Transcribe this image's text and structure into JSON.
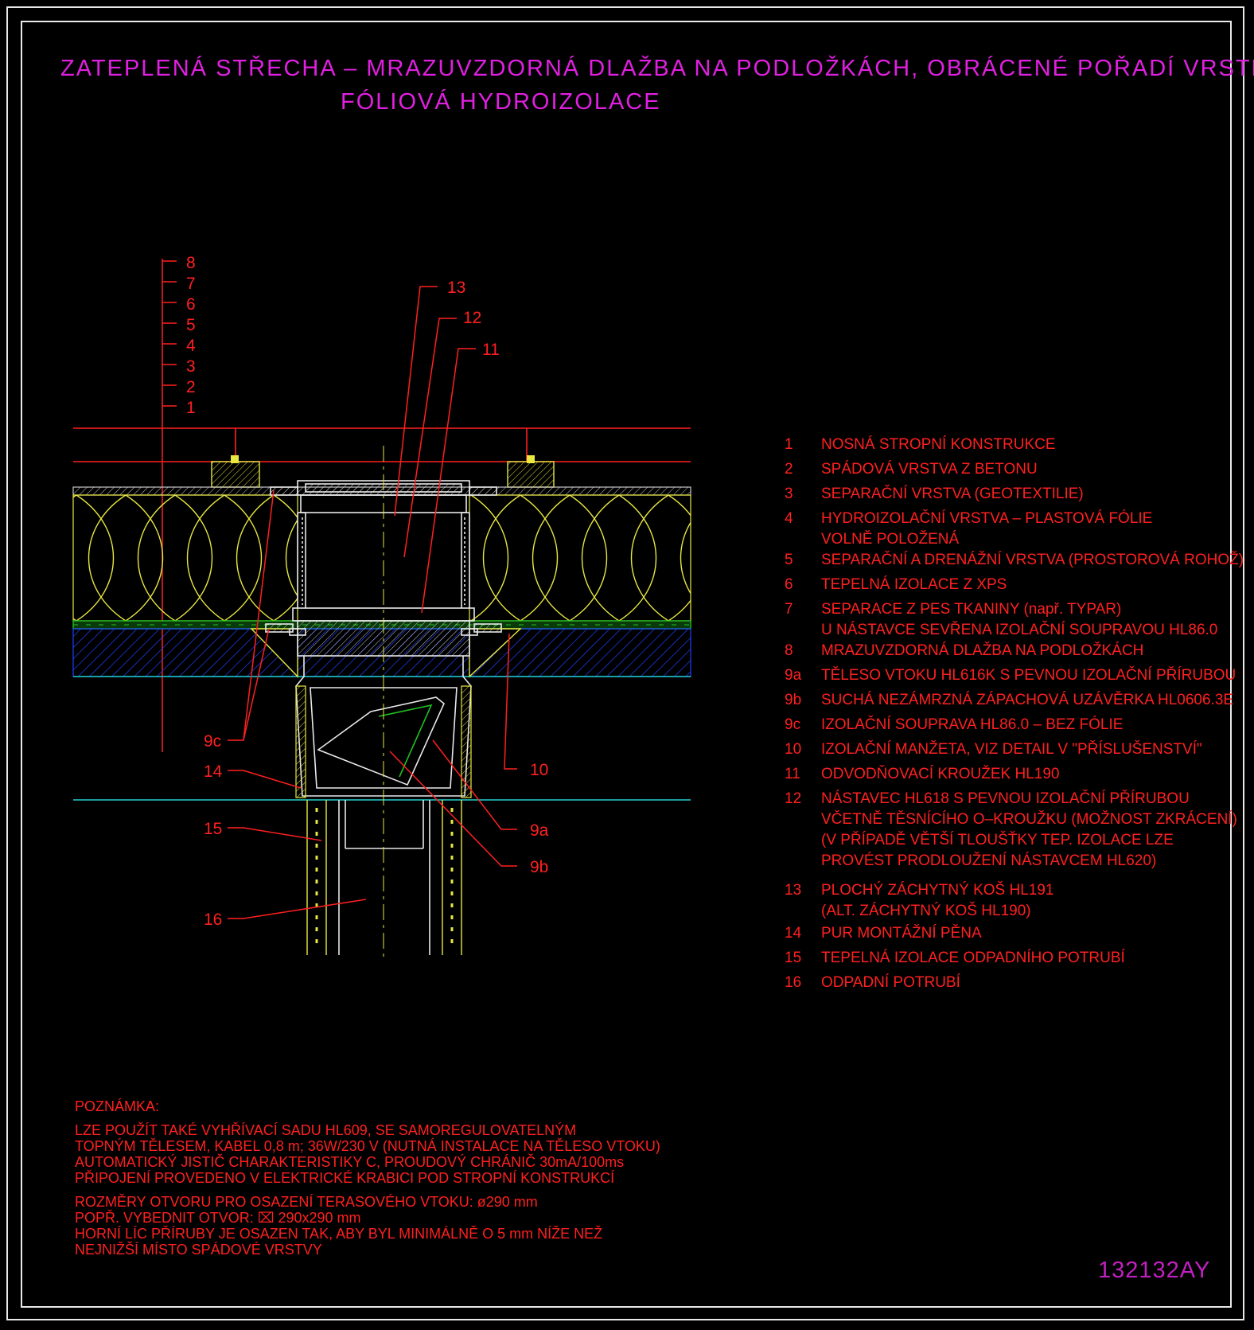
{
  "title": {
    "line1": "ZATEPLENÁ STŘECHA – MRAZUVZDORNÁ DLAŽBA NA PODLOŽKÁCH, OBRÁCENÉ POŘADÍ VRSTEV",
    "line2": "FÓLIOVÁ HYDROIZOLACE"
  },
  "drawing_code": "132132AY",
  "layer_scale": [
    "8",
    "7",
    "6",
    "5",
    "4",
    "3",
    "2",
    "1"
  ],
  "callouts": {
    "c13": "13",
    "c12": "12",
    "c11": "11",
    "c9c": "9c",
    "c14": "14",
    "c10": "10",
    "c15": "15",
    "c9a": "9a",
    "c9b": "9b",
    "c16": "16"
  },
  "legend": [
    {
      "num": "1",
      "text": "NOSNÁ STROPNÍ KONSTRUKCE"
    },
    {
      "num": "2",
      "text": "SPÁDOVÁ VRSTVA Z BETONU"
    },
    {
      "num": "3",
      "text": "SEPARAČNÍ VRSTVA (GEOTEXTILIE)"
    },
    {
      "num": "4",
      "text": "HYDROIZOLAČNÍ VRSTVA – PLASTOVÁ FÓLIE",
      "text2": "VOLNĚ POLOŽENÁ"
    },
    {
      "num": "5",
      "text": "SEPARAČNÍ A DRENÁŽNÍ VRSTVA (PROSTOROVÁ ROHOŽ)"
    },
    {
      "num": "6",
      "text": "TEPELNÁ IZOLACE Z XPS"
    },
    {
      "num": "7",
      "text": "SEPARACE Z PES TKANINY (např. TYPAR)",
      "text2": "U NÁSTAVCE SEVŘENA IZOLAČNÍ SOUPRAVOU HL86.0"
    },
    {
      "num": "8",
      "text": "MRAZUVZDORNÁ DLAŽBA NA PODLOŽKÁCH"
    },
    {
      "num": "9a",
      "text": "TĚLESO VTOKU HL616K S PEVNOU IZOLAČNÍ PŘÍRUBOU"
    },
    {
      "num": "9b",
      "text": "SUCHÁ NEZÁMRZNÁ ZÁPACHOVÁ UZÁVĚRKA HL0606.3E"
    },
    {
      "num": "9c",
      "text": "IZOLAČNÍ SOUPRAVA HL86.0 – BEZ FÓLIE"
    },
    {
      "num": "10",
      "text": "IZOLAČNÍ MANŽETA, VIZ DETAIL V \"PŘÍSLUŠENSTVÍ\""
    },
    {
      "num": "11",
      "text": "ODVODŇOVACÍ KROUŽEK HL190"
    },
    {
      "num": "12",
      "text": "NÁSTAVEC HL618 S PEVNOU IZOLAČNÍ PŘÍRUBOU",
      "text2": "VČETNĚ TĚSNÍCÍHO O–KROUŽKU (MOŽNOST ZKRÁCENÍ)",
      "text3": "(V PŘÍPADĚ VĚTŠÍ TLOUŠŤKY TEP. IZOLACE LZE",
      "text4": "PROVÉST PRODLOUŽENÍ NÁSTAVCEM HL620)"
    },
    {
      "num": "13",
      "text": "PLOCHÝ ZÁCHYTNÝ KOŠ HL191",
      "text2": "(ALT. ZÁCHYTNÝ KOŠ HL190)"
    },
    {
      "num": "14",
      "text": "PUR MONTÁŽNÍ PĚNA"
    },
    {
      "num": "15",
      "text": "TEPELNÁ IZOLACE ODPADNÍHO POTRUBÍ"
    },
    {
      "num": "16",
      "text": "ODPADNÍ POTRUBÍ"
    }
  ],
  "notes": {
    "heading": "POZNÁMKA:",
    "p1": [
      "LZE POUŽÍT TAKÉ VYHŘÍVACÍ SADU HL609, SE SAMOREGULOVATELNÝM",
      "TOPNÝM TĚLESEM, KABEL 0,8 m; 36W/230 V (NUTNÁ INSTALACE NA TĚLESO VTOKU)",
      "AUTOMATICKÝ JISTIČ CHARAKTERISTIKY C, PROUDOVÝ CHRÁNIČ 30mA/100ms",
      "PŘIPOJENÍ PROVEDENO V ELEKTRICKÉ KRABICI POD STROPNÍ KONSTRUKCÍ"
    ],
    "p2": [
      "ROZMĚRY OTVORU PRO OSAZENÍ TERASOVÉHO VTOKU: ø290 mm",
      "POPŘ. VYBEDNIT OTVOR: ⌧ 290x290 mm",
      "HORNÍ LÍC PŘÍRUBY JE OSAZEN TAK, ABY BYL MINIMÁLNĚ O 5 mm NÍŽE NEŽ",
      "NEJNIŽŠÍ MÍSTO SPÁDOVÉ VRSTVY"
    ]
  },
  "colors": {
    "background": "#000000",
    "title": "#e020e0",
    "label": "#ff2020",
    "insulation": "#e8e840",
    "concrete_hatch": "#2040ff",
    "membrane": "#20c020",
    "cyan_line": "#20d0d0",
    "frame": "#e8e8e8"
  }
}
